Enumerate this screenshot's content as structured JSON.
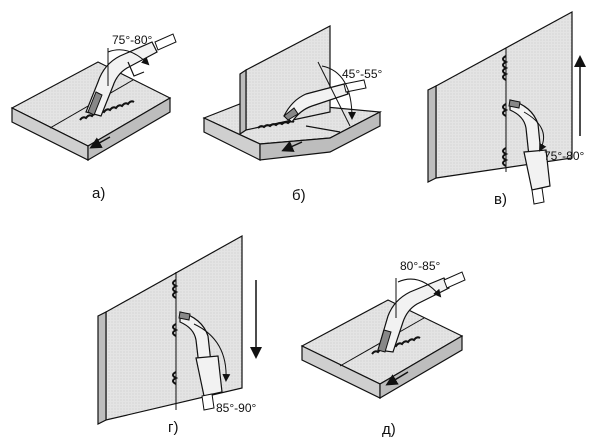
{
  "panels": [
    {
      "id": "a",
      "caption": "а)",
      "angle": "75°-80°"
    },
    {
      "id": "b",
      "caption": "б)",
      "angle": "45°-55°"
    },
    {
      "id": "v",
      "caption": "в)",
      "angle": "75°-80°"
    },
    {
      "id": "g",
      "caption": "г)",
      "angle": "85°-90°"
    },
    {
      "id": "d",
      "caption": "д)",
      "angle": "80°-85°"
    }
  ],
  "colors": {
    "plate_top": "#e6e6e6",
    "plate_side": "#c9c9c9",
    "ink": "#111111",
    "torch": "#f2f2f2"
  }
}
